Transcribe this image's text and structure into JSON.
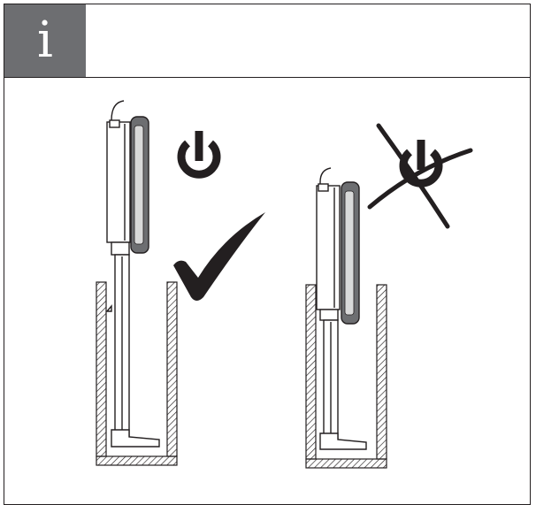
{
  "header": {
    "icon_letter": "i",
    "icon_name": "info-icon",
    "icon_background": "#6d6e71",
    "text": ""
  },
  "illustrations": [
    {
      "name": "correct-state",
      "symbol": "power-icon",
      "verdict": "checkmark-icon"
    },
    {
      "name": "incorrect-state",
      "symbol": "power-icon",
      "verdict": "cross-out-icon"
    }
  ],
  "colors": {
    "line": "#231f20",
    "screen": "#6d6e71",
    "panel": "#d9d9d9"
  }
}
